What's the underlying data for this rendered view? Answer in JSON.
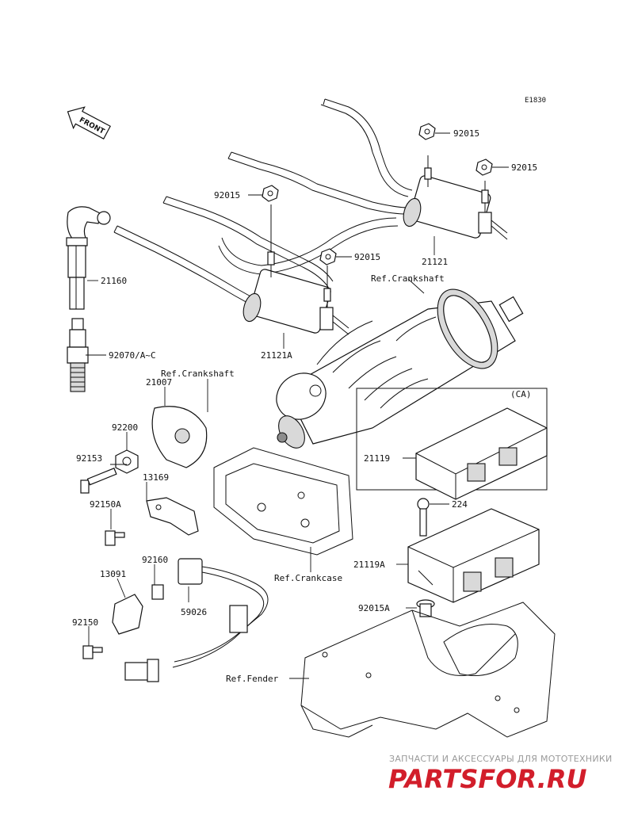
{
  "diagram_code": "E1830",
  "front_label": "FRONT",
  "callouts": {
    "c92015_a": "92015",
    "c92015_b": "92015",
    "c92015_c": "92015",
    "c92015_d": "92015",
    "c21121": "21121",
    "c21121a": "21121A",
    "c21160": "21160",
    "c92070": "92070/A~C",
    "ref_crankshaft_top": "Ref.Crankshaft",
    "ref_crankshaft_mid": "Ref.Crankshaft",
    "c21007": "21007",
    "c92200": "92200",
    "c92153": "92153",
    "c13169": "13169",
    "c92150a": "92150A",
    "c92160": "92160",
    "c13091": "13091",
    "c59026": "59026",
    "c92150": "92150",
    "ca_label": "(CA)",
    "c21119": "21119",
    "c224": "224",
    "c21119a": "21119A",
    "ref_crankcase": "Ref.Crankcase",
    "c92015a": "92015A",
    "ref_fender": "Ref.Fender"
  },
  "watermark": {
    "tagline": "ЗАПЧАСТИ И АКСЕССУАРЫ ДЛЯ МОТОТЕХНИКИ",
    "brand": "PARTSFOR.RU",
    "color": "#d21e2b"
  },
  "colors": {
    "line": "#111111",
    "background": "#ffffff",
    "watermark_grey": "#9a9a9a"
  }
}
